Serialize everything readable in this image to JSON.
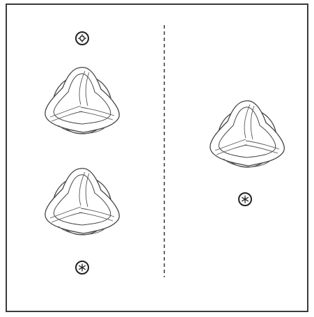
{
  "colors": {
    "background": "#ffffff",
    "frame": "#3a3a3a",
    "line": "#444444",
    "symbol": "#222222"
  },
  "diagram": {
    "divider_style": "dashed",
    "left_group": {
      "knobs": 2,
      "symbols": [
        "sun-burner-icon",
        "snowflake-burner-icon"
      ]
    },
    "right_group": {
      "knobs": 1,
      "symbols": [
        "snowflake-burner-icon"
      ]
    }
  }
}
